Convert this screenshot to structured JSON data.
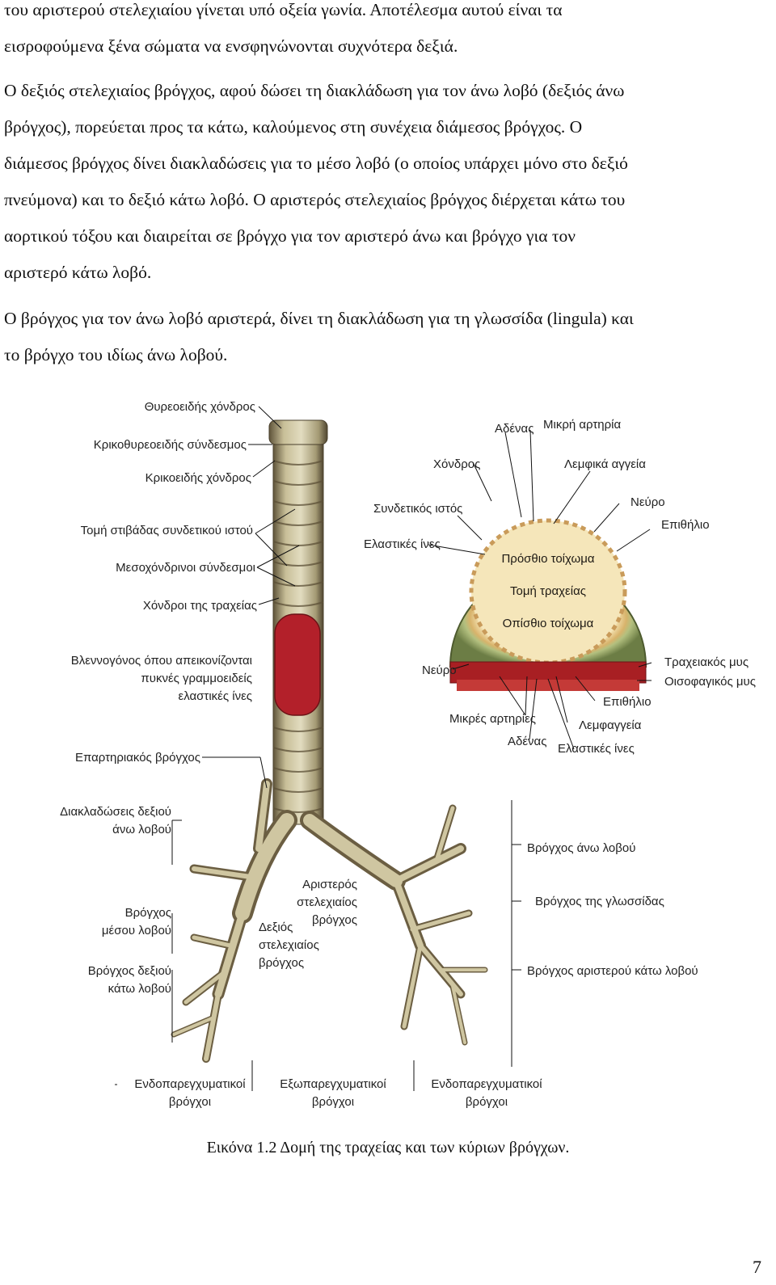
{
  "paragraphs": [
    {
      "lines": [
        "του αριστερού στελεχιαίου γίνεται υπό οξεία γωνία. Αποτέλεσμα αυτού είναι τα",
        "εισροφούμενα ξένα σώματα να ενσφηνώνονται συχνότερα δεξιά."
      ]
    },
    {
      "lines": [
        "Ο δεξιός στελεχιαίος βρόγχος, αφού δώσει τη διακλάδωση για τον άνω λοβό (δεξιός άνω",
        "βρόγχος), πορεύεται προς τα κάτω, καλούμενος στη συνέχεια διάμεσος βρόγχος. Ο",
        "διάμεσος βρόγχος δίνει διακλαδώσεις για το μέσο λοβό (ο οποίος υπάρχει μόνο στο δεξιό",
        "πνεύμονα) και το δεξιό κάτω λοβό. Ο αριστερός στελεχιαίος βρόγχος διέρχεται κάτω του",
        "αορτικού τόξου και διαιρείται σε βρόγχο για τον αριστερό άνω και βρόγχο για τον",
        "αριστερό κάτω λοβό."
      ]
    },
    {
      "lines": [
        "Ο βρόγχος για τον άνω λοβό αριστερά, δίνει τη διακλάδωση για τη γλωσσίδα (lingula) και",
        "το βρόγχο του ιδίως άνω λοβού."
      ]
    }
  ],
  "figure": {
    "left_labels": {
      "thyroid": "Θυρεοειδής χόνδρος",
      "cricothyroid": "Κρικοθυρεοειδής σύνδεσμος",
      "cricoid": "Κρικοειδής χόνδρος",
      "section_layer": "Τομή στιβάδας συνδετικού ιστού",
      "intercartilage": "Μεσοχόνδρινοι σύνδεσμοι",
      "tracheal_cartilages": "Χόνδροι της τραχείας",
      "mucosa_1": "Βλεννογόνος όπου απεικονίζονται",
      "mucosa_2": "πυκνές γραμμοειδείς",
      "mucosa_3": "ελαστικές ίνες",
      "eparterial": "Επαρτηριακός βρόγχος",
      "right_upper_1": "Διακλαδώσεις δεξιού",
      "right_upper_2": "άνω λοβού",
      "middle_1": "Βρόγχος",
      "middle_2": "μέσου λοβού",
      "right_lower_1": "Βρόγχος δεξιού",
      "right_lower_2": "κάτω λοβού"
    },
    "center_labels": {
      "left_main_1": "Αριστερός",
      "left_main_2": "στελεχιαίος",
      "left_main_3": "βρόγχος",
      "right_main_1": "Δεξιός",
      "right_main_2": "στελεχιαίος",
      "right_main_3": "βρόγχος"
    },
    "right_labels": {
      "left_upper": "Βρόγχος άνω λοβού",
      "lingula": "Βρόγχος της γλωσσίδας",
      "left_lower": "Βρόγχος αριστερού κάτω λοβού"
    },
    "section_labels": {
      "gland": "Αδένας",
      "small_artery": "Μικρή αρτηρία",
      "cartilage": "Χόνδρος",
      "lymph": "Λεμφικά αγγεία",
      "connective": "Συνδετικός ιστός",
      "nerve_top": "Νεύρο",
      "epithelium_top": "Επιθήλιο",
      "elastic_top": "Ελαστικές ίνες",
      "anterior": "Πρόσθιο τοίχωμα",
      "section": "Τομή τραχείας",
      "posterior": "Οπίσθιο τοίχωμα",
      "nerve_left": "Νεύρο",
      "trachealis": "Τραχειακός μυς",
      "esophageal": "Οισοφαγικός μυς",
      "epithelium_bottom": "Επιθήλιο",
      "small_arteries": "Μικρές αρτηρίες",
      "lymph_vessels": "Λεμφαγγεία",
      "gland_bottom": "Αδένας",
      "elastic_bottom": "Ελαστικές ίνες"
    },
    "bottom_labels": {
      "intra_left_1": "Ενδοπαρεγχυματικοί",
      "intra_left_2": "βρόγχοι",
      "extra_1": "Εξωπαρεγχυματικοί",
      "extra_2": "βρόγχοι",
      "intra_right_1": "Ενδοπαρεγχυματικοί",
      "intra_right_2": "βρόγχοι"
    }
  },
  "caption": "Εικόνα 1.2 Δομή της τραχείας και των κύριων βρόγχων.",
  "page_number": "7",
  "colors": {
    "trachea": "#c9c09a",
    "trachea_shadow": "#6d6043",
    "mucosa": "#b3202a",
    "section_outer": "#98a86c",
    "section_inner": "#f3e1b0",
    "muscle": "#a81f23"
  }
}
